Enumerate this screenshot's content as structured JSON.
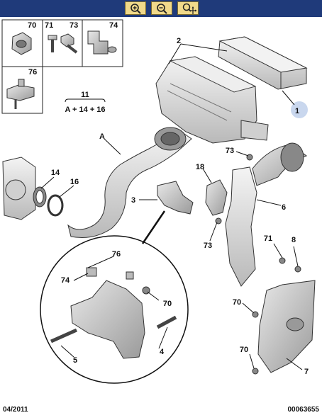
{
  "toolbar": {
    "buttons": [
      {
        "name": "zoom-in",
        "icon": "zoom-in-icon"
      },
      {
        "name": "zoom-out",
        "icon": "zoom-out-icon"
      },
      {
        "name": "zoom-pan",
        "icon": "zoom-pan-icon"
      }
    ]
  },
  "legend_boxes": {
    "box1": {
      "a": "70",
      "b": "71",
      "c": "73",
      "d": "74"
    },
    "box2": {
      "a": "76"
    }
  },
  "formula": {
    "ref": "11",
    "text": "A + 14 + 16"
  },
  "labels": {
    "l1": "1",
    "l2": "2",
    "l3": "3",
    "l4": "4",
    "l5": "5",
    "l6": "6",
    "l7": "7",
    "l8": "8",
    "l14": "14",
    "l16": "16",
    "l18": "18",
    "lA": "A",
    "l73a": "73",
    "l73b": "73",
    "l71": "71",
    "l70a": "70",
    "l70b": "70",
    "l76": "76",
    "l74": "74",
    "l70c": "70"
  },
  "footer": {
    "date": "04/2011",
    "ref": "00063655"
  },
  "colors": {
    "toolbar_bg": "#1f3a7a",
    "button_bg": "#f0d98a",
    "highlight": "#c9d7ee"
  }
}
